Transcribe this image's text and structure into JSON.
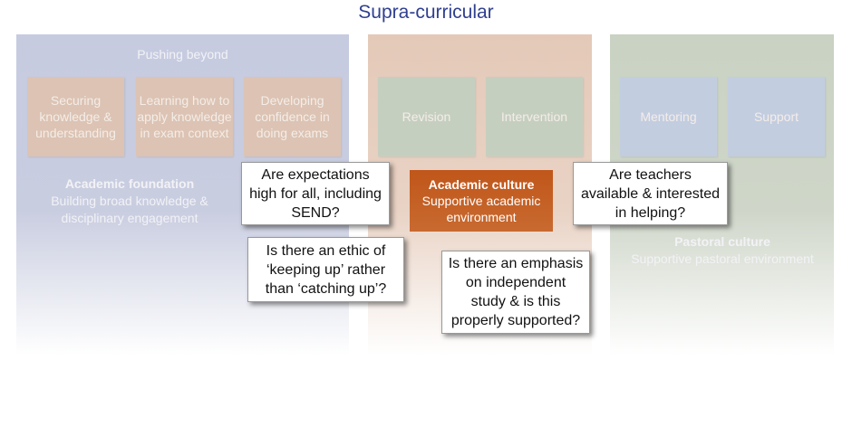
{
  "title": "Supra-curricular",
  "left_panel": {
    "heading": "Pushing beyond",
    "boxes": [
      "Securing knowledge & understanding",
      "Learning how to apply knowledge in exam context",
      "Developing confidence in doing exams"
    ],
    "label_bold": "Academic foundation",
    "label_text": "Building broad knowledge & disciplinary engagement"
  },
  "middle_panel": {
    "boxes": [
      "Revision",
      "Intervention"
    ],
    "label_bold": "Academic culture",
    "label_text": "Supportive academic environment"
  },
  "right_panel": {
    "boxes": [
      "Mentoring",
      "Support"
    ],
    "label_bold": "Pastoral culture",
    "label_text": "Supportive pastoral environment"
  },
  "callouts": [
    "Are expectations high for all, including SEND?",
    "Are teachers available & interested in helping?",
    "Is there an ethic of ‘keeping up’ rather than ‘catching up’?",
    "Is there an emphasis on independent study & is this properly supported?"
  ]
}
